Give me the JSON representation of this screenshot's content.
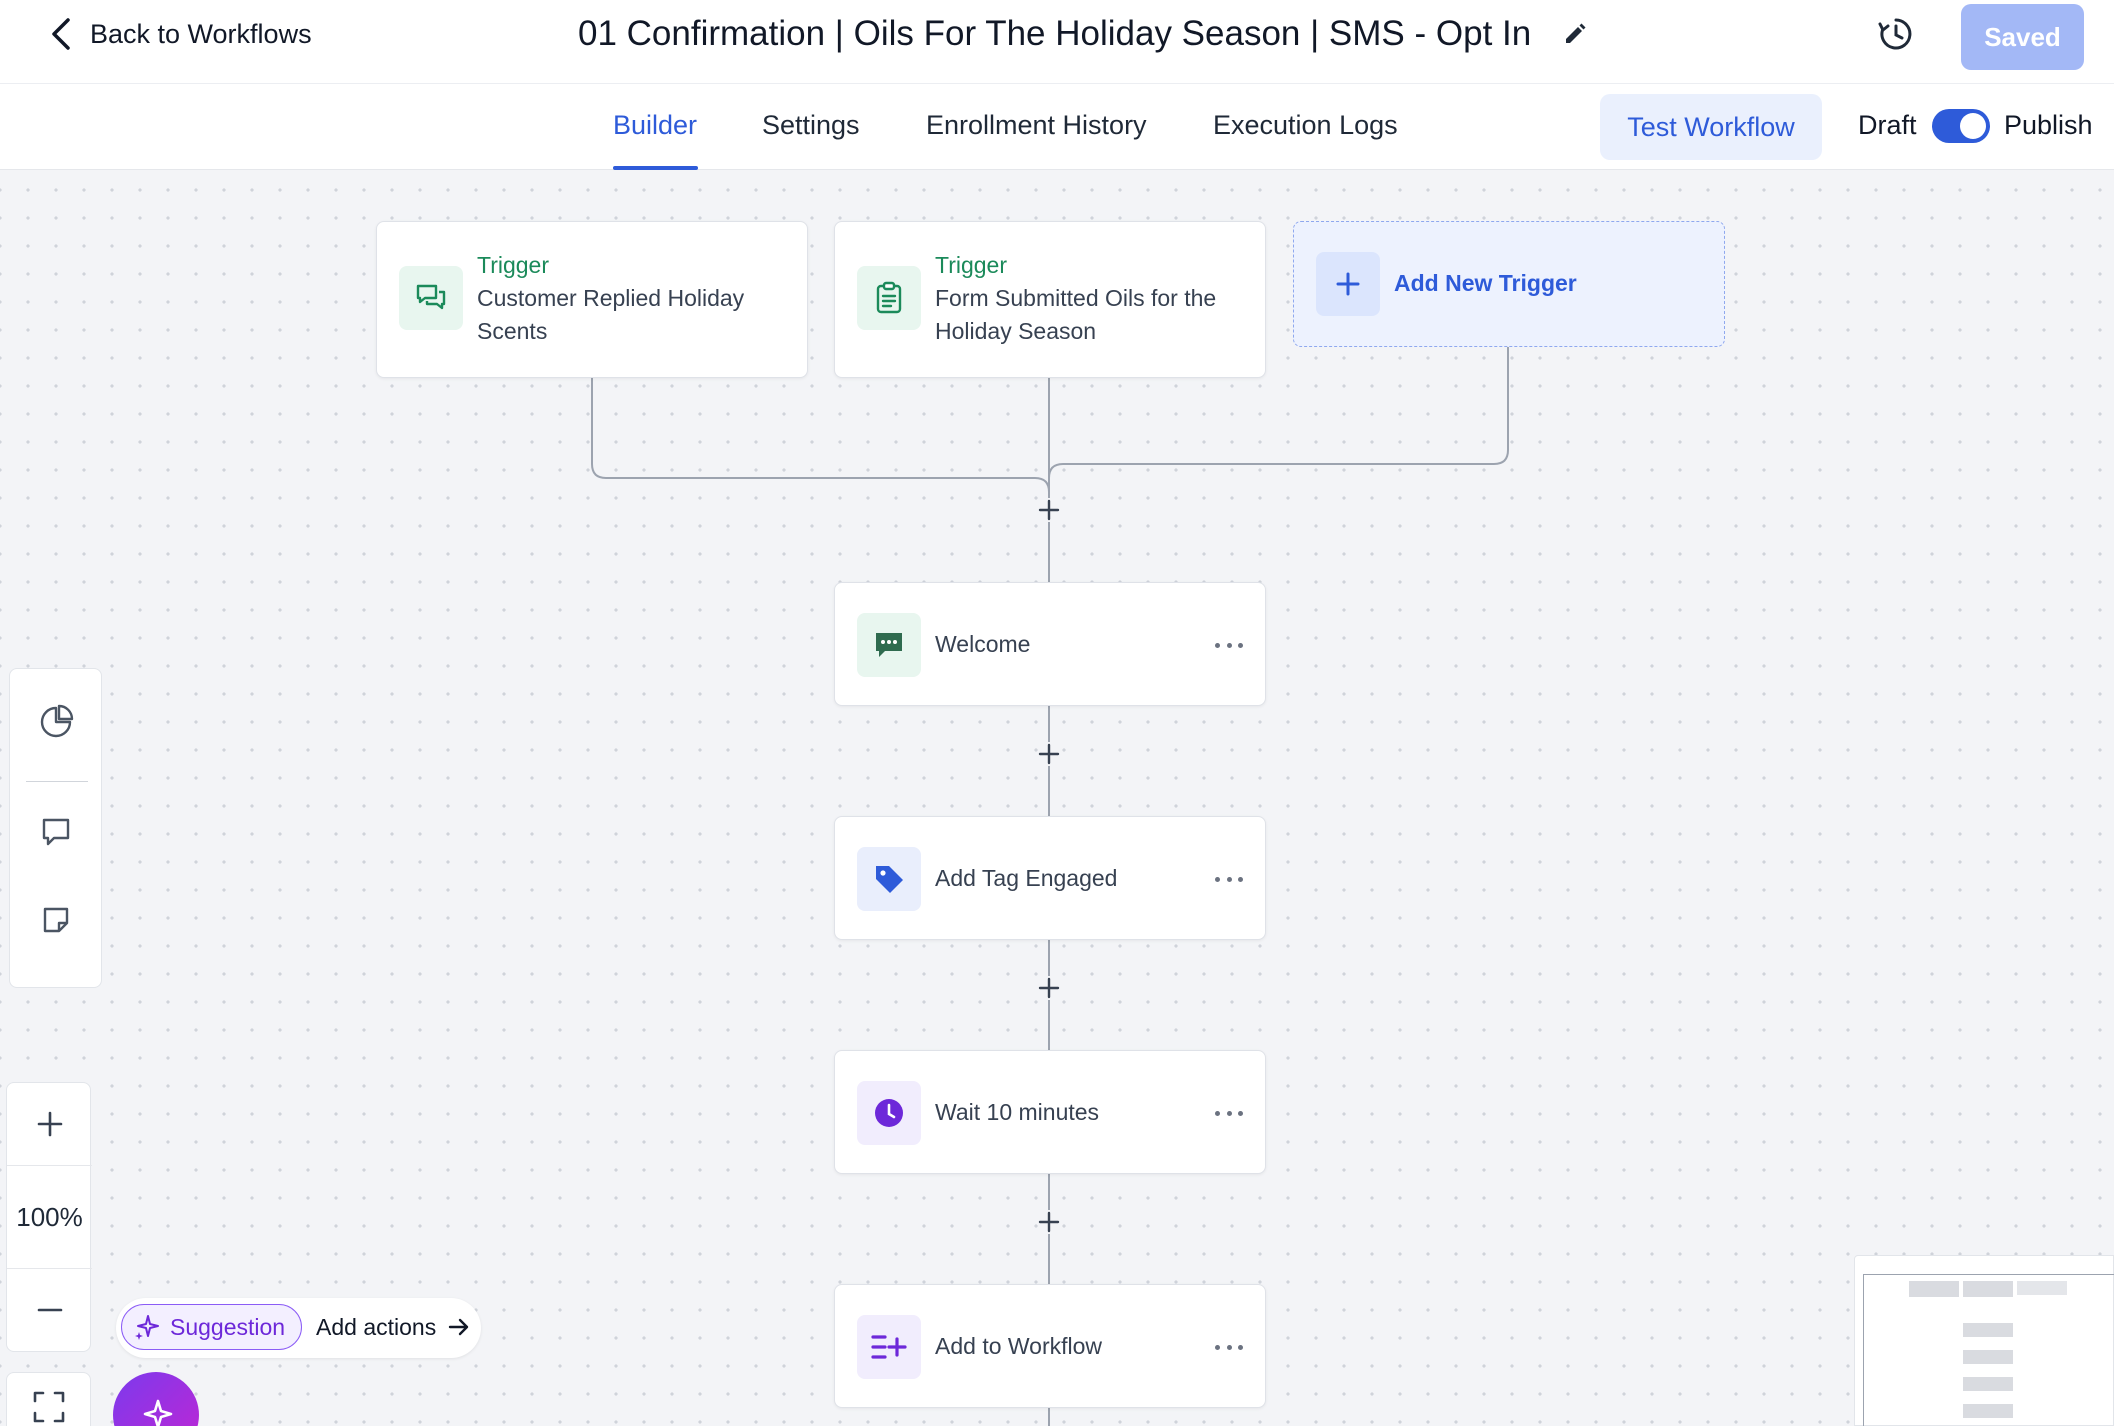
{
  "header": {
    "back_label": "Back to Workflows",
    "title": "01 Confirmation | Oils For The Holiday Season | SMS - Opt In",
    "saved_label": "Saved"
  },
  "tabs": [
    {
      "label": "Builder",
      "active": true
    },
    {
      "label": "Settings",
      "active": false
    },
    {
      "label": "Enrollment History",
      "active": false
    },
    {
      "label": "Execution Logs",
      "active": false
    }
  ],
  "toolbar": {
    "test_label": "Test Workflow",
    "draft_label": "Draft",
    "publish_label": "Publish",
    "publish_toggle_on": true
  },
  "triggers": [
    {
      "kicker": "Trigger",
      "label": "Customer Replied Holiday Scents",
      "icon": "chat-bubbles-icon"
    },
    {
      "kicker": "Trigger",
      "label": "Form Submitted Oils for the Holiday Season",
      "icon": "clipboard-icon"
    }
  ],
  "add_trigger_label": "Add New Trigger",
  "actions": [
    {
      "label": "Welcome",
      "icon": "sms-message-icon"
    },
    {
      "label": "Add Tag Engaged",
      "icon": "tag-icon"
    },
    {
      "label": "Wait 10 minutes",
      "icon": "clock-icon"
    },
    {
      "label": "Add to Workflow",
      "icon": "add-to-list-icon"
    }
  ],
  "zoom": {
    "level": "100%"
  },
  "suggestion": {
    "chip_label": "Suggestion",
    "action_label": "Add actions"
  },
  "colors": {
    "accent": "#2e5bd9",
    "saved_button": "#a3b8f6",
    "trigger_green": "#1b8a5a",
    "suggestion_purple": "#6d28d9"
  }
}
